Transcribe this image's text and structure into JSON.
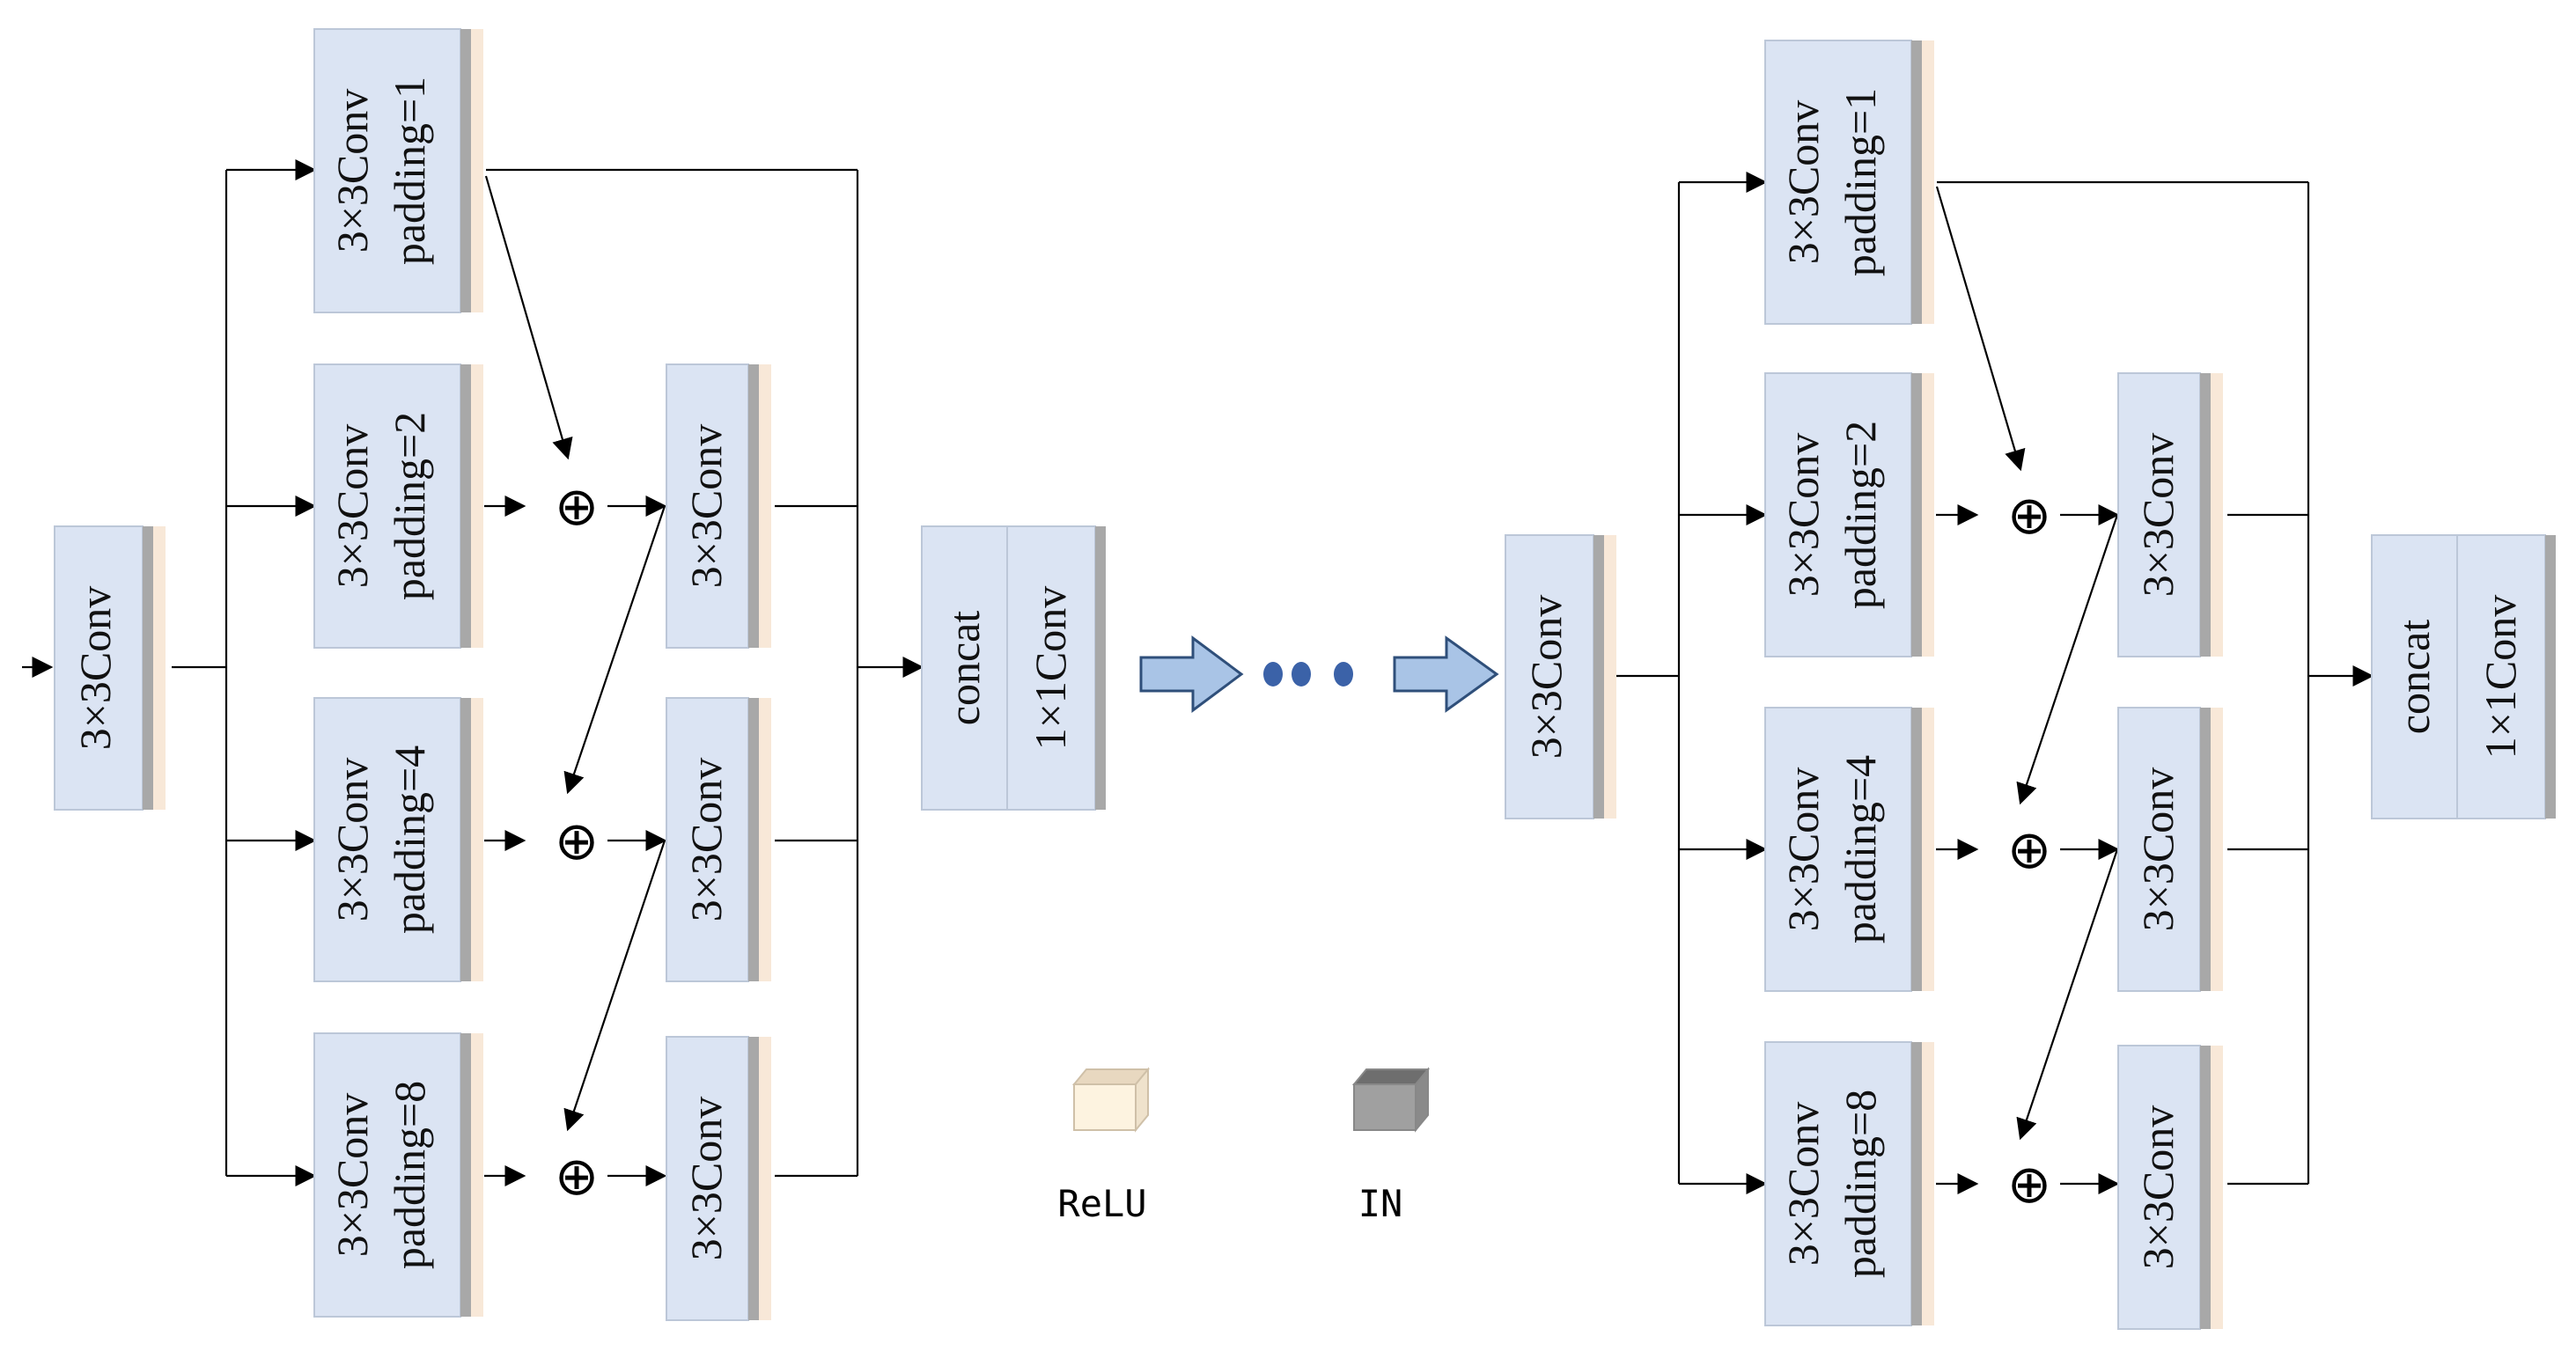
{
  "module": {
    "entry_label": "3×3Conv",
    "branches": [
      {
        "label": "3×3Conv",
        "padding": "padding=1"
      },
      {
        "label": "3×3Conv",
        "padding": "padding=2"
      },
      {
        "label": "3×3Conv",
        "padding": "padding=4"
      },
      {
        "label": "3×3Conv",
        "padding": "padding=8"
      }
    ],
    "merge_conv_label": "3×3Conv",
    "merge_symbol": "⊕",
    "concat_label": "concat",
    "fuse_label": "1×1Conv"
  },
  "repeat_symbol": "•••",
  "legend": {
    "relu": {
      "label": "ReLU",
      "color": "#fdf3e0"
    },
    "in": {
      "label": "IN",
      "color": "#a0a0a0"
    }
  },
  "colors": {
    "block_fill": "#dbe4f3",
    "bar_gray": "#a8a8a8",
    "bar_cream": "#f8e8d8",
    "arrow_fill": "#a9c4e6",
    "arrow_stroke": "#2f4f7a",
    "dots": "#3b62a8"
  }
}
